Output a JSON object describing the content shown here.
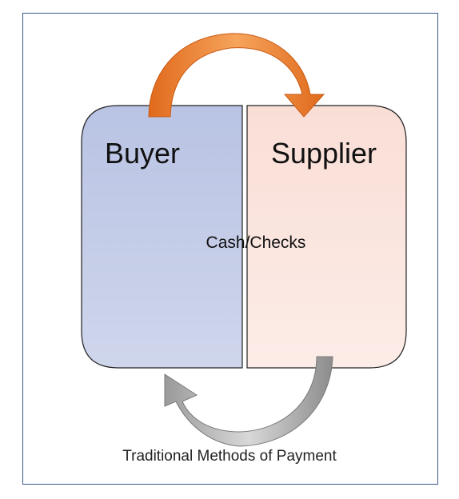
{
  "diagram": {
    "left_box": {
      "label": "Buyer",
      "fill": "#c5cde6",
      "stroke": "#222222"
    },
    "right_box": {
      "label": "Supplier",
      "fill": "#fbe7e1",
      "stroke": "#222222"
    },
    "center_label": "Cash/Checks",
    "top_arrow": {
      "color_light": "#f6a45c",
      "color_dark": "#e06a1c",
      "direction": "buyer-to-supplier"
    },
    "bottom_arrow": {
      "color_light": "#c8c8c8",
      "color_dark": "#8c8c8c",
      "direction": "supplier-to-buyer"
    }
  },
  "caption": "Traditional Methods of Payment"
}
